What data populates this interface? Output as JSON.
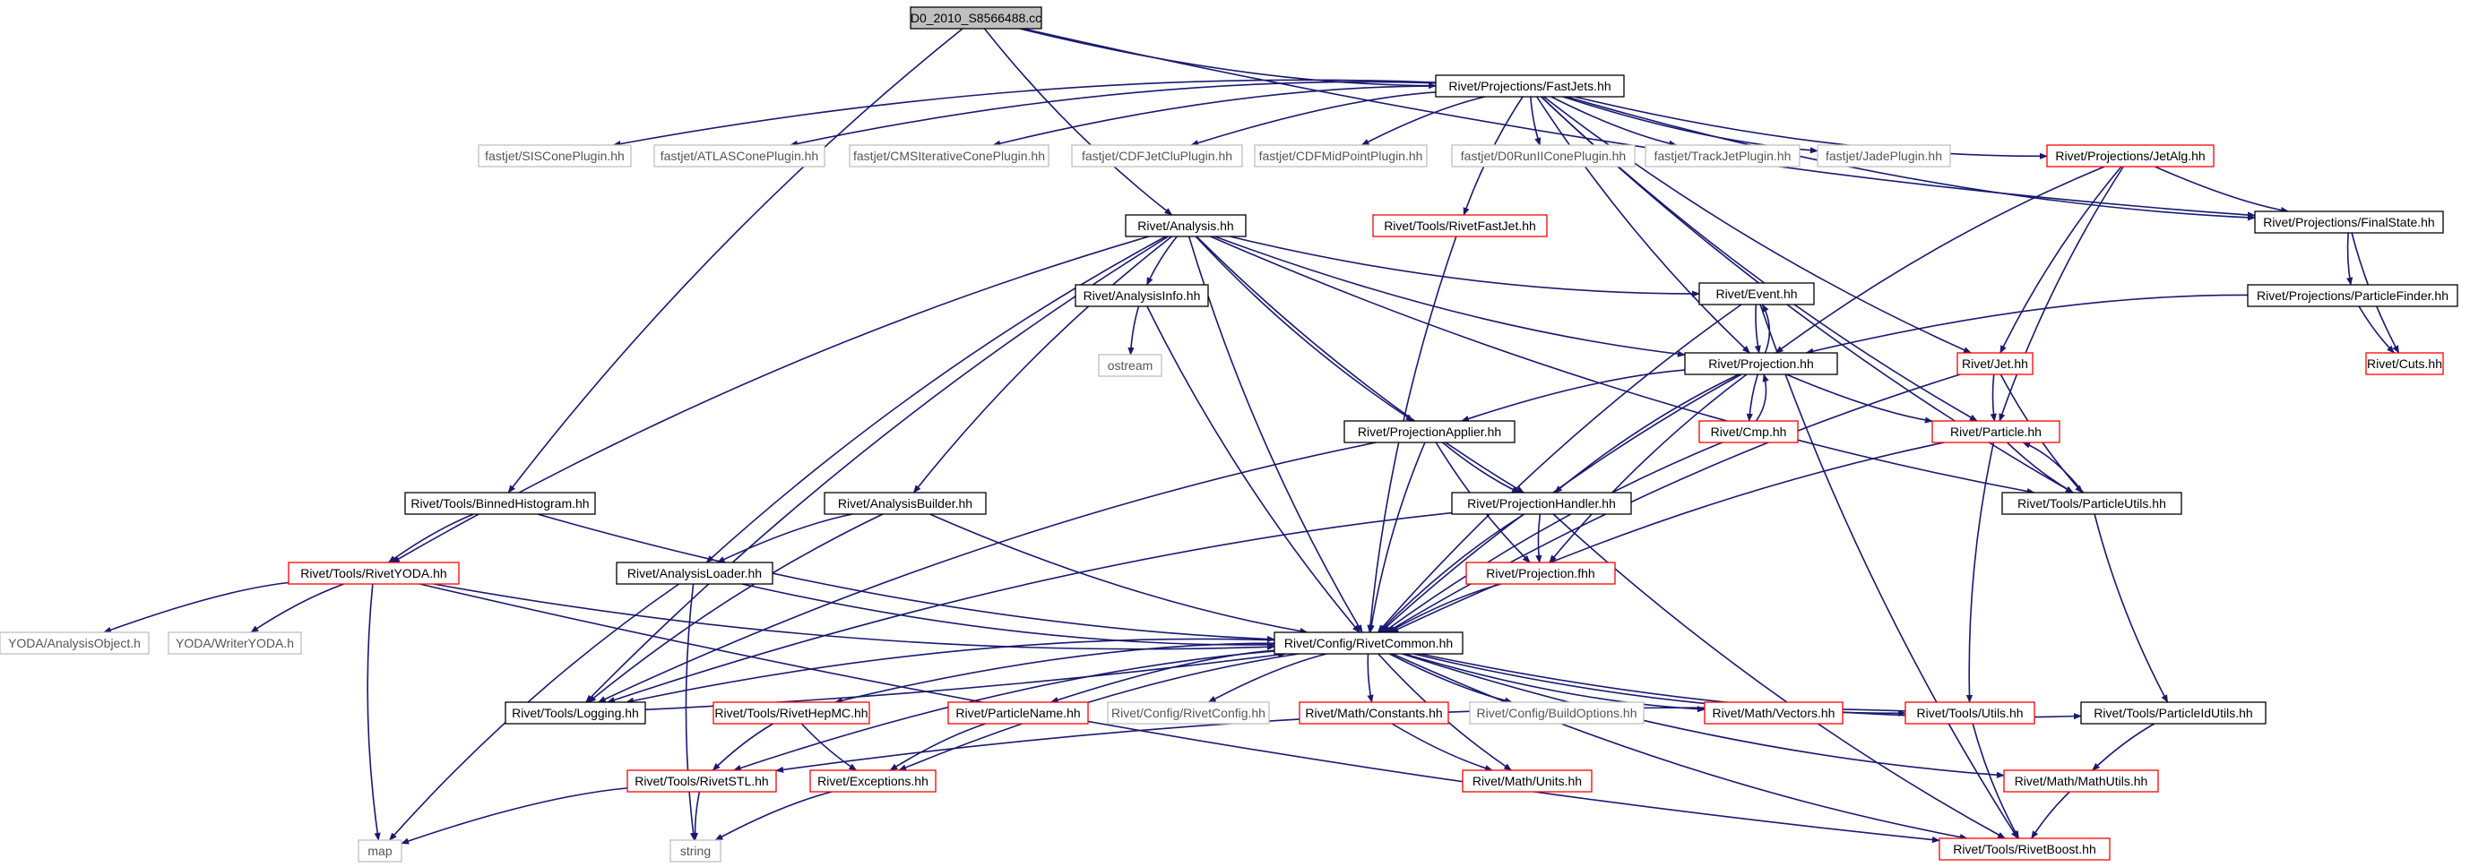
{
  "nodes": [
    {
      "id": "root",
      "label": "D0_2010_S8566488.cc",
      "kind": "root"
    },
    {
      "id": "fastjets",
      "label": "Rivet/Projections/FastJets.hh",
      "kind": "normal"
    },
    {
      "id": "siscone",
      "label": "fastjet/SISConePlugin.hh",
      "kind": "external"
    },
    {
      "id": "atlascone",
      "label": "fastjet/ATLASConePlugin.hh",
      "kind": "external"
    },
    {
      "id": "cmsiter",
      "label": "fastjet/CMSIterativeConePlugin.hh",
      "kind": "external"
    },
    {
      "id": "cdfjetclu",
      "label": "fastjet/CDFJetCluPlugin.hh",
      "kind": "external"
    },
    {
      "id": "cdfmid",
      "label": "fastjet/CDFMidPointPlugin.hh",
      "kind": "external"
    },
    {
      "id": "d0run2",
      "label": "fastjet/D0RunIIConePlugin.hh",
      "kind": "external"
    },
    {
      "id": "trackjet",
      "label": "fastjet/TrackJetPlugin.hh",
      "kind": "external"
    },
    {
      "id": "jade",
      "label": "fastjet/JadePlugin.hh",
      "kind": "external"
    },
    {
      "id": "jetalg",
      "label": "Rivet/Projections/JetAlg.hh",
      "kind": "truncated"
    },
    {
      "id": "analysis",
      "label": "Rivet/Analysis.hh",
      "kind": "normal"
    },
    {
      "id": "rivetfastjet",
      "label": "Rivet/Tools/RivetFastJet.hh",
      "kind": "truncated"
    },
    {
      "id": "finalstate",
      "label": "Rivet/Projections/FinalState.hh",
      "kind": "normal"
    },
    {
      "id": "analysisinfo",
      "label": "Rivet/AnalysisInfo.hh",
      "kind": "normal"
    },
    {
      "id": "event",
      "label": "Rivet/Event.hh",
      "kind": "normal"
    },
    {
      "id": "particlefinder",
      "label": "Rivet/Projections/ParticleFinder.hh",
      "kind": "normal"
    },
    {
      "id": "ostream",
      "label": "ostream",
      "kind": "external"
    },
    {
      "id": "projection",
      "label": "Rivet/Projection.hh",
      "kind": "normal"
    },
    {
      "id": "jet",
      "label": "Rivet/Jet.hh",
      "kind": "truncated"
    },
    {
      "id": "cuts",
      "label": "Rivet/Cuts.hh",
      "kind": "truncated"
    },
    {
      "id": "projapplier",
      "label": "Rivet/ProjectionApplier.hh",
      "kind": "normal"
    },
    {
      "id": "cmp",
      "label": "Rivet/Cmp.hh",
      "kind": "truncated"
    },
    {
      "id": "particle",
      "label": "Rivet/Particle.hh",
      "kind": "truncated"
    },
    {
      "id": "binnedhisto",
      "label": "Rivet/Tools/BinnedHistogram.hh",
      "kind": "normal"
    },
    {
      "id": "analysisbuilder",
      "label": "Rivet/AnalysisBuilder.hh",
      "kind": "normal"
    },
    {
      "id": "projhandler",
      "label": "Rivet/ProjectionHandler.hh",
      "kind": "normal"
    },
    {
      "id": "particleutils",
      "label": "Rivet/Tools/ParticleUtils.hh",
      "kind": "normal"
    },
    {
      "id": "rivetyoda",
      "label": "Rivet/Tools/RivetYODA.hh",
      "kind": "truncated"
    },
    {
      "id": "analysisloader",
      "label": "Rivet/AnalysisLoader.hh",
      "kind": "normal"
    },
    {
      "id": "projfhh",
      "label": "Rivet/Projection.fhh",
      "kind": "truncated"
    },
    {
      "id": "yodaobj",
      "label": "YODA/AnalysisObject.h",
      "kind": "external"
    },
    {
      "id": "yodawriter",
      "label": "YODA/WriterYODA.h",
      "kind": "external"
    },
    {
      "id": "rivetcommon",
      "label": "Rivet/Config/RivetCommon.hh",
      "kind": "normal"
    },
    {
      "id": "logging",
      "label": "Rivet/Tools/Logging.hh",
      "kind": "normal"
    },
    {
      "id": "rivethepmc",
      "label": "Rivet/Tools/RivetHepMC.hh",
      "kind": "truncated"
    },
    {
      "id": "particlename",
      "label": "Rivet/ParticleName.hh",
      "kind": "truncated"
    },
    {
      "id": "rivetconfig",
      "label": "Rivet/Config/RivetConfig.hh",
      "kind": "external"
    },
    {
      "id": "constants",
      "label": "Rivet/Math/Constants.hh",
      "kind": "truncated"
    },
    {
      "id": "buildoptions",
      "label": "Rivet/Config/BuildOptions.hh",
      "kind": "external"
    },
    {
      "id": "vectors",
      "label": "Rivet/Math/Vectors.hh",
      "kind": "truncated"
    },
    {
      "id": "utils",
      "label": "Rivet/Tools/Utils.hh",
      "kind": "truncated"
    },
    {
      "id": "particleidutils",
      "label": "Rivet/Tools/ParticleIdUtils.hh",
      "kind": "normal"
    },
    {
      "id": "rivetstl",
      "label": "Rivet/Tools/RivetSTL.hh",
      "kind": "truncated"
    },
    {
      "id": "exceptions",
      "label": "Rivet/Exceptions.hh",
      "kind": "truncated"
    },
    {
      "id": "units",
      "label": "Rivet/Math/Units.hh",
      "kind": "truncated"
    },
    {
      "id": "mathutils",
      "label": "Rivet/Math/MathUtils.hh",
      "kind": "truncated"
    },
    {
      "id": "map",
      "label": "map",
      "kind": "external"
    },
    {
      "id": "string",
      "label": "string",
      "kind": "external"
    },
    {
      "id": "rivetboost",
      "label": "Rivet/Tools/RivetBoost.hh",
      "kind": "truncated"
    }
  ],
  "edges": [
    [
      "root",
      "fastjets"
    ],
    [
      "root",
      "finalstate"
    ],
    [
      "root",
      "analysis"
    ],
    [
      "root",
      "binnedhisto"
    ],
    [
      "fastjets",
      "siscone"
    ],
    [
      "fastjets",
      "atlascone"
    ],
    [
      "fastjets",
      "cmsiter"
    ],
    [
      "fastjets",
      "cdfjetclu"
    ],
    [
      "fastjets",
      "cdfmid"
    ],
    [
      "fastjets",
      "d0run2"
    ],
    [
      "fastjets",
      "trackjet"
    ],
    [
      "fastjets",
      "jade"
    ],
    [
      "fastjets",
      "jetalg"
    ],
    [
      "fastjets",
      "rivetfastjet"
    ],
    [
      "fastjets",
      "finalstate"
    ],
    [
      "fastjets",
      "projection"
    ],
    [
      "fastjets",
      "jet"
    ],
    [
      "fastjets",
      "particle"
    ],
    [
      "fastjets",
      "particleutils"
    ],
    [
      "jetalg",
      "finalstate"
    ],
    [
      "jetalg",
      "projection"
    ],
    [
      "jetalg",
      "jet"
    ],
    [
      "jetalg",
      "particle"
    ],
    [
      "finalstate",
      "particlefinder"
    ],
    [
      "finalstate",
      "cuts"
    ],
    [
      "particlefinder",
      "projection"
    ],
    [
      "particlefinder",
      "cuts"
    ],
    [
      "analysis",
      "analysisinfo"
    ],
    [
      "analysis",
      "event"
    ],
    [
      "analysis",
      "projection"
    ],
    [
      "analysis",
      "projapplier"
    ],
    [
      "analysis",
      "projhandler"
    ],
    [
      "analysis",
      "analysisbuilder"
    ],
    [
      "analysis",
      "analysisloader"
    ],
    [
      "analysis",
      "rivetyoda"
    ],
    [
      "analysis",
      "logging"
    ],
    [
      "analysis",
      "rivetcommon"
    ],
    [
      "analysis",
      "particleutils"
    ],
    [
      "analysisinfo",
      "ostream"
    ],
    [
      "analysisinfo",
      "rivetcommon"
    ],
    [
      "event",
      "projection"
    ],
    [
      "event",
      "rivetcommon"
    ],
    [
      "event",
      "rivetboost"
    ],
    [
      "projection",
      "event"
    ],
    [
      "projection",
      "cmp"
    ],
    [
      "projection",
      "projapplier"
    ],
    [
      "projection",
      "projhandler"
    ],
    [
      "projection",
      "particle"
    ],
    [
      "projection",
      "projfhh"
    ],
    [
      "projection",
      "rivetcommon"
    ],
    [
      "cmp",
      "projection"
    ],
    [
      "cmp",
      "rivetcommon"
    ],
    [
      "jet",
      "particle"
    ],
    [
      "jet",
      "particleutils"
    ],
    [
      "jet",
      "rivetcommon"
    ],
    [
      "particle",
      "particleutils"
    ],
    [
      "particle",
      "utils"
    ],
    [
      "particle",
      "rivetcommon"
    ],
    [
      "particleutils",
      "particle"
    ],
    [
      "particleutils",
      "particleidutils"
    ],
    [
      "projapplier",
      "projhandler"
    ],
    [
      "projapplier",
      "projfhh"
    ],
    [
      "projapplier",
      "rivetcommon"
    ],
    [
      "projapplier",
      "logging"
    ],
    [
      "projhandler",
      "projfhh"
    ],
    [
      "projhandler",
      "rivetcommon"
    ],
    [
      "projhandler",
      "logging"
    ],
    [
      "projhandler",
      "rivetboost"
    ],
    [
      "projfhh",
      "rivetcommon"
    ],
    [
      "binnedhisto",
      "rivetyoda"
    ],
    [
      "binnedhisto",
      "rivetcommon"
    ],
    [
      "analysisbuilder",
      "analysisloader"
    ],
    [
      "analysisbuilder",
      "rivetcommon"
    ],
    [
      "analysisbuilder",
      "logging"
    ],
    [
      "analysisloader",
      "rivetcommon"
    ],
    [
      "analysisloader",
      "map"
    ],
    [
      "analysisloader",
      "string"
    ],
    [
      "rivetyoda",
      "yodaobj"
    ],
    [
      "rivetyoda",
      "yodawriter"
    ],
    [
      "rivetyoda",
      "rivetcommon"
    ],
    [
      "rivetyoda",
      "map"
    ],
    [
      "rivetyoda",
      "rivetboost"
    ],
    [
      "rivetfastjet",
      "rivetcommon"
    ],
    [
      "rivetcommon",
      "logging"
    ],
    [
      "rivetcommon",
      "rivethepmc"
    ],
    [
      "rivetcommon",
      "particlename"
    ],
    [
      "rivetcommon",
      "rivetconfig"
    ],
    [
      "rivetcommon",
      "constants"
    ],
    [
      "rivetcommon",
      "buildoptions"
    ],
    [
      "rivetcommon",
      "vectors"
    ],
    [
      "rivetcommon",
      "utils"
    ],
    [
      "rivetcommon",
      "particleidutils"
    ],
    [
      "rivetcommon",
      "rivetstl"
    ],
    [
      "rivetcommon",
      "exceptions"
    ],
    [
      "rivetcommon",
      "units"
    ],
    [
      "rivetcommon",
      "mathutils"
    ],
    [
      "rivetcommon",
      "rivetboost"
    ],
    [
      "logging",
      "rivetcommon"
    ],
    [
      "rivethepmc",
      "rivetstl"
    ],
    [
      "rivethepmc",
      "exceptions"
    ],
    [
      "particlename",
      "exceptions"
    ],
    [
      "constants",
      "units"
    ],
    [
      "utils",
      "rivetstl"
    ],
    [
      "utils",
      "rivetboost"
    ],
    [
      "particleidutils",
      "mathutils"
    ],
    [
      "mathutils",
      "rivetboost"
    ],
    [
      "rivetstl",
      "map"
    ],
    [
      "rivetstl",
      "string"
    ],
    [
      "exceptions",
      "string"
    ]
  ],
  "colors": {
    "edge": "#191970",
    "normal_border": "#000000",
    "truncated_border": "#ff0000",
    "external_border": "#bfbfbf",
    "root_fill": "#bfbfbf"
  }
}
